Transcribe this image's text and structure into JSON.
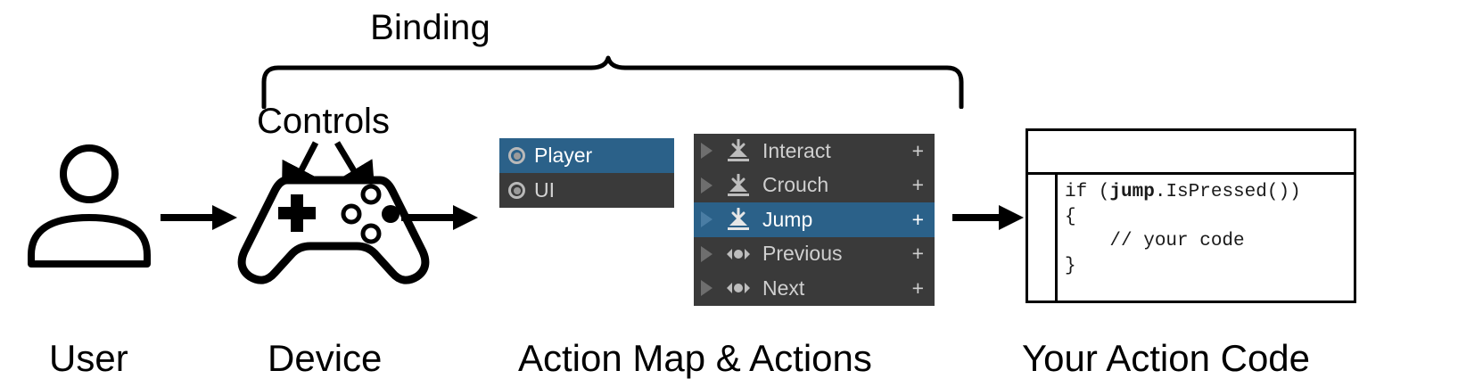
{
  "diagram": {
    "title_top": "Binding",
    "controls_label": "Controls",
    "captions": {
      "user": "User",
      "device": "Device",
      "action_map": "Action Map & Actions",
      "code": "Your Action Code"
    }
  },
  "action_maps": {
    "panel_name": "action-map-list",
    "items": [
      {
        "label": "Player",
        "selected": true,
        "icon": "ring-icon"
      },
      {
        "label": "UI",
        "selected": false,
        "icon": "ring-icon"
      }
    ]
  },
  "actions": {
    "panel_name": "actions-list",
    "add_label": "+",
    "items": [
      {
        "label": "Interact",
        "selected": false,
        "icon": "button-action-icon",
        "add": "+"
      },
      {
        "label": "Crouch",
        "selected": false,
        "icon": "button-action-icon",
        "add": "+"
      },
      {
        "label": "Jump",
        "selected": true,
        "icon": "button-action-icon",
        "add": "+"
      },
      {
        "label": "Previous",
        "selected": false,
        "icon": "axis-action-icon",
        "add": "+"
      },
      {
        "label": "Next",
        "selected": false,
        "icon": "axis-action-icon",
        "add": "+"
      }
    ]
  },
  "code_window": {
    "line1_pre": "if (",
    "line1_bold": "jump",
    "line1_post": ".IsPressed())",
    "line2": "{",
    "line3": "    // your code",
    "line4": "}"
  },
  "colors": {
    "selection_blue": "#2b6189",
    "panel_dark": "#3a3a3a",
    "text_grey": "#cfcfcf",
    "icon_grey": "#b9b9b9",
    "background": "#ffffff",
    "stroke": "#000000"
  },
  "icons": {
    "user": "user-icon",
    "device": "gamepad-icon",
    "arrow": "arrow-right-icon",
    "brace": "curly-brace-icon",
    "control_pointer": "arrow-pointer-icon"
  }
}
